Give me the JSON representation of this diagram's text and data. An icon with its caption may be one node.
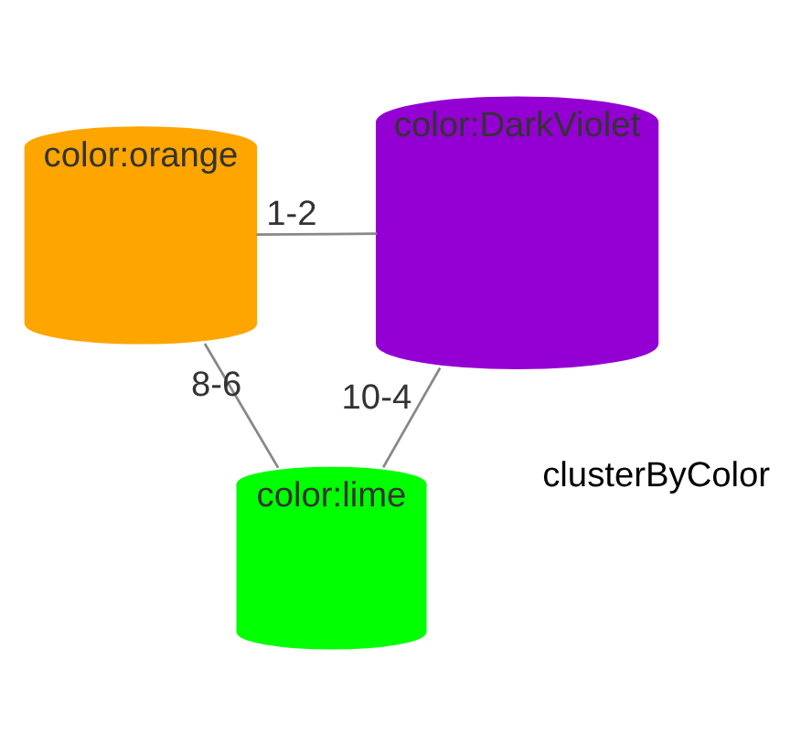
{
  "diagram": {
    "nodes": [
      {
        "text": [
          "color:orange"
        ]
      },
      {
        "text": [
          "color:DarkViolet"
        ]
      },
      {
        "text": [
          "color:lime"
        ]
      }
    ],
    "edges": [
      {
        "from": 1,
        "to": 0,
        "arrow": "none",
        "label": "1-2"
      },
      {
        "from": 0,
        "to": 2,
        "arrow": "none",
        "label": "8-6"
      },
      {
        "from": 1,
        "to": 2,
        "arrow": "none",
        "label": "10-4"
      }
    ],
    "labels": [
      "clusterByColor"
    ]
  }
}
